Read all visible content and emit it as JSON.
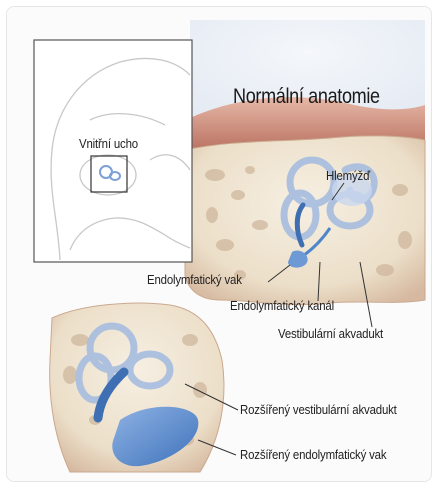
{
  "title": "Normální anatomie",
  "labels": {
    "inner_ear": "Vnitřní ucho",
    "cochlea": "Hlemýžď",
    "endolymphatic_sac": "Endolymfatický vak",
    "endolymphatic_duct": "Endolymfatický kanál",
    "vestibular_aqueduct": "Vestibulární akvadukt",
    "enlarged_vestibular_aqueduct": "Rozšířený vestibulární akvadukt",
    "enlarged_endolymphatic_sac": "Rozšířený endolymfatický vak"
  },
  "colors": {
    "bone": "#eee4d2",
    "bone_shadow": "#c9a48a",
    "flesh": "#d69a86",
    "inner_ear_blue": "#9fb7dc",
    "sac_blue": "#4f86c9",
    "pale_sky": "#dfe7f3"
  }
}
